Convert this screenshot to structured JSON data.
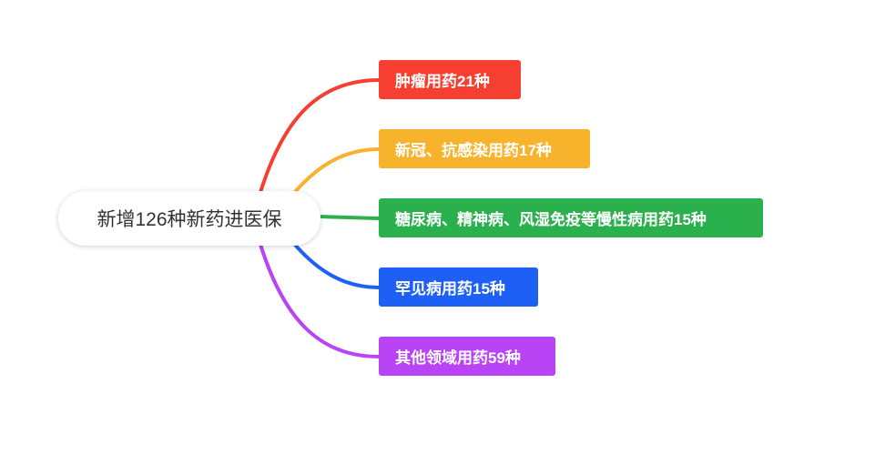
{
  "root": {
    "label": "新增126种新药进医保"
  },
  "branches": [
    {
      "label": "肿瘤用药21种",
      "color": "#f63e31"
    },
    {
      "label": "新冠、抗感染用药17种",
      "color": "#f6b32b"
    },
    {
      "label": "糖尿病、精神病、风湿免疫等慢性病用药15种",
      "color": "#2bb04e"
    },
    {
      "label": "罕见病用药15种",
      "color": "#1e60f6"
    },
    {
      "label": "其他领域用药59种",
      "color": "#b844f6"
    }
  ]
}
